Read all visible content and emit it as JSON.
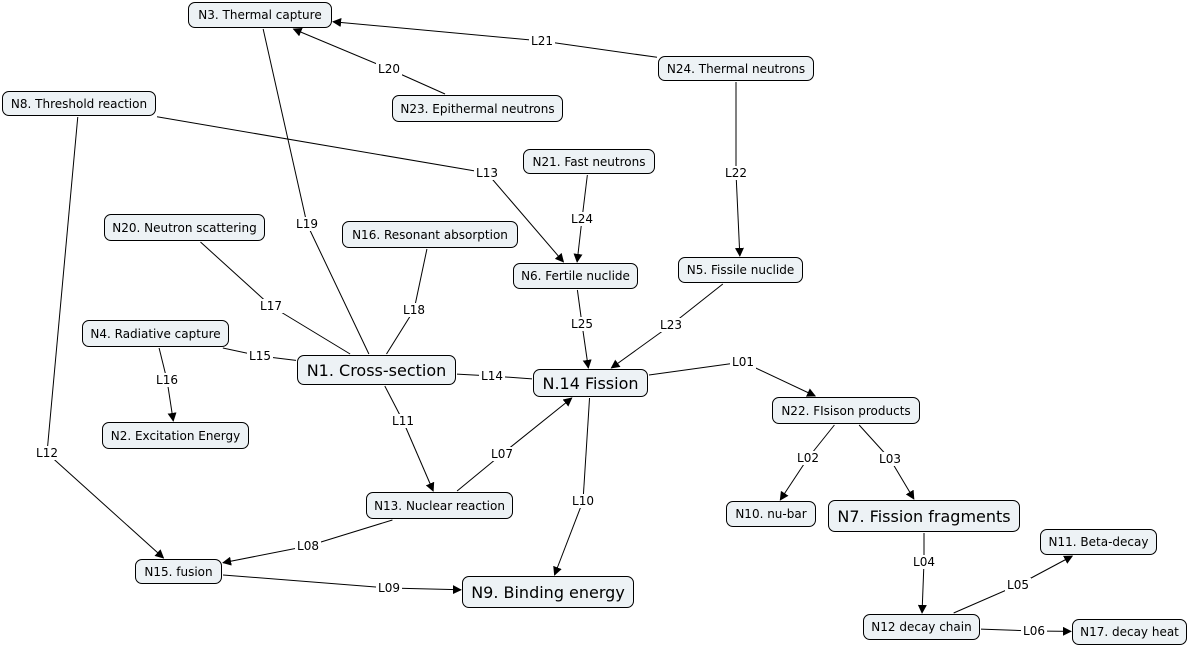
{
  "diagram": {
    "type": "concept-map",
    "colors": {
      "node_fill": "#edf2f5",
      "node_border": "#000000",
      "edge": "#000000",
      "background": "#ffffff"
    },
    "nodes": [
      {
        "id": "N3",
        "label": "N3. Thermal capture"
      },
      {
        "id": "N24",
        "label": "N24. Thermal neutrons"
      },
      {
        "id": "N8",
        "label": "N8. Threshold reaction"
      },
      {
        "id": "N23",
        "label": "N23. Epithermal neutrons"
      },
      {
        "id": "N21",
        "label": "N21. Fast neutrons"
      },
      {
        "id": "N20",
        "label": "N20. Neutron scattering"
      },
      {
        "id": "N16",
        "label": "N16. Resonant absorption"
      },
      {
        "id": "N6",
        "label": "N6. Fertile nuclide"
      },
      {
        "id": "N5",
        "label": "N5. Fissile nuclide"
      },
      {
        "id": "N4",
        "label": "N4. Radiative capture"
      },
      {
        "id": "N1",
        "label": "N1. Cross-section"
      },
      {
        "id": "N14",
        "label": "N.14 Fission"
      },
      {
        "id": "N22",
        "label": "N22. FIsison products"
      },
      {
        "id": "N2",
        "label": "N2. Excitation Energy"
      },
      {
        "id": "N13",
        "label": "N13. Nuclear reaction"
      },
      {
        "id": "N10",
        "label": "N10. nu-bar"
      },
      {
        "id": "N7",
        "label": "N7. Fission fragments"
      },
      {
        "id": "N11",
        "label": "N11. Beta-decay"
      },
      {
        "id": "N15",
        "label": "N15. fusion"
      },
      {
        "id": "N9",
        "label": "N9. Binding energy"
      },
      {
        "id": "N12",
        "label": "N12 decay chain"
      },
      {
        "id": "N17",
        "label": "N17. decay heat"
      }
    ],
    "links": [
      {
        "id": "L01",
        "label": "L01",
        "from": "N14",
        "to": "N22"
      },
      {
        "id": "L02",
        "label": "L02",
        "from": "N22",
        "to": "N10"
      },
      {
        "id": "L03",
        "label": "L03",
        "from": "N22",
        "to": "N7"
      },
      {
        "id": "L04",
        "label": "L04",
        "from": "N7",
        "to": "N12"
      },
      {
        "id": "L05",
        "label": "L05",
        "from": "N12",
        "to": "N11"
      },
      {
        "id": "L06",
        "label": "L06",
        "from": "N12",
        "to": "N17"
      },
      {
        "id": "L07",
        "label": "L07",
        "from": "N13",
        "to": "N14"
      },
      {
        "id": "L08",
        "label": "L08",
        "from": "N13",
        "to": "N15"
      },
      {
        "id": "L09",
        "label": "L09",
        "from": "N15",
        "to": "N9"
      },
      {
        "id": "L10",
        "label": "L10",
        "from": "N14",
        "to": "N9"
      },
      {
        "id": "L11",
        "label": "L11",
        "from": "N1",
        "to": "N13"
      },
      {
        "id": "L12",
        "label": "L12",
        "from": "N8",
        "to": "N15"
      },
      {
        "id": "L13",
        "label": "L13",
        "from": "N8",
        "to": "N6"
      },
      {
        "id": "L14",
        "label": "L14",
        "from": "N1",
        "to": "N14"
      },
      {
        "id": "L15",
        "label": "L15",
        "from": "N4",
        "to": "N1"
      },
      {
        "id": "L16",
        "label": "L16",
        "from": "N4",
        "to": "N2"
      },
      {
        "id": "L17",
        "label": "L17",
        "from": "N20",
        "to": "N1"
      },
      {
        "id": "L18",
        "label": "L18",
        "from": "N16",
        "to": "N1"
      },
      {
        "id": "L19",
        "label": "L19",
        "from": "N3",
        "to": "N1"
      },
      {
        "id": "L20",
        "label": "L20",
        "from": "N23",
        "to": "N3"
      },
      {
        "id": "L21",
        "label": "L21",
        "from": "N24",
        "to": "N3"
      },
      {
        "id": "L22",
        "label": "L22",
        "from": "N24",
        "to": "N5"
      },
      {
        "id": "L23",
        "label": "L23",
        "from": "N5",
        "to": "N14"
      },
      {
        "id": "L24",
        "label": "L24",
        "from": "N21",
        "to": "N6"
      },
      {
        "id": "L25",
        "label": "L25",
        "from": "N6",
        "to": "N14"
      }
    ]
  }
}
